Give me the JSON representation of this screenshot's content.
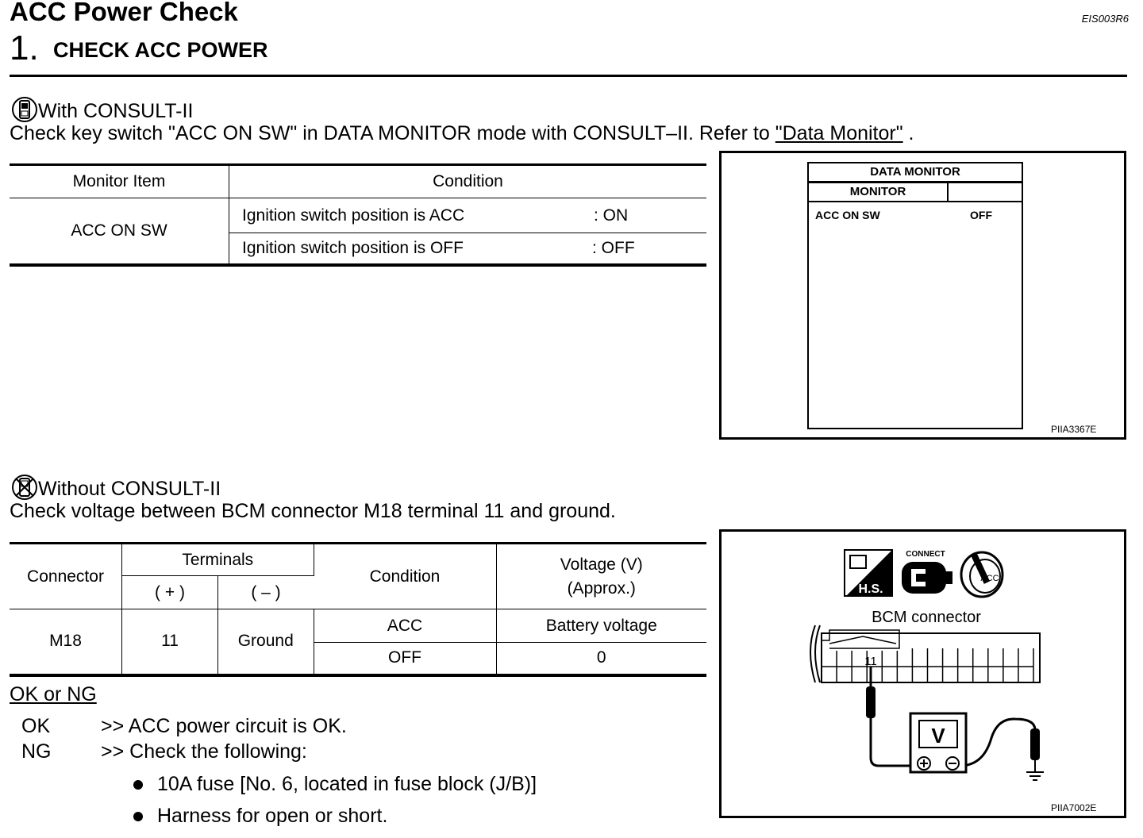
{
  "header": {
    "title": "ACC Power Check",
    "code": "EIS003R6"
  },
  "step": {
    "number": "1.",
    "title": "CHECK ACC POWER"
  },
  "with_consult": {
    "heading": "With CONSULT-II",
    "text_before": "Check key switch \"ACC ON SW\" in DATA MONITOR mode with CONSULT–II. Refer to ",
    "link": "\"Data Monitor\"",
    "text_after": " ."
  },
  "monitor_table": {
    "headers": [
      "Monitor Item",
      "Condition"
    ],
    "item": "ACC ON SW",
    "rows": [
      {
        "condition": "Ignition switch position is ACC",
        "value": ": ON"
      },
      {
        "condition": "Ignition switch position is OFF",
        "value": ": OFF"
      }
    ]
  },
  "figure1": {
    "screen_title": "DATA MONITOR",
    "col_header": "MONITOR",
    "item": "ACC ON SW",
    "value": "OFF",
    "label": "PIIA3367E"
  },
  "without_consult": {
    "heading": "Without CONSULT-II",
    "text": "Check voltage between BCM connector M18 terminal 11 and ground."
  },
  "voltage_table": {
    "connector_header": "Connector",
    "terminals_header": "Terminals",
    "plus": "( + )",
    "minus": "( – )",
    "condition_header": "Condition",
    "voltage_header_1": "Voltage (V)",
    "voltage_header_2": "(Approx.)",
    "connector": "M18",
    "terminal_plus": "11",
    "terminal_minus": "Ground",
    "rows": [
      {
        "condition": "ACC",
        "voltage": "Battery voltage"
      },
      {
        "condition": "OFF",
        "voltage": "0"
      }
    ]
  },
  "figure2": {
    "connect_label": "CONNECT",
    "hs_label": "H.S.",
    "acc_label": "ACC",
    "connector_label": "BCM connector",
    "terminal": "11",
    "meter": "V",
    "label": "PIIA7002E"
  },
  "result": {
    "heading": "OK or NG",
    "ok_label": "OK",
    "ok_text": ">> ACC power circuit is OK.",
    "ng_label": "NG",
    "ng_text": ">> Check the following:",
    "bullets": [
      "10A fuse [No. 6, located in fuse block (J/B)]",
      "Harness for open or short."
    ]
  }
}
